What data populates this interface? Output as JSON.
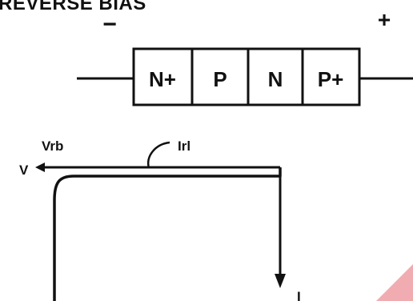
{
  "title": "REVERSE BIAS",
  "terminals": {
    "negative": "−",
    "positive": "+"
  },
  "device": {
    "segments": [
      "N+",
      "P",
      "N",
      "P+"
    ]
  },
  "curve": {
    "voltage_axis_label": "V",
    "reverse_breakdown_label": "Vrb",
    "current_label": "Irl",
    "current_axis_label": "I"
  },
  "colors": {
    "ink": "#111111",
    "watermark": "#f0a3a8"
  }
}
